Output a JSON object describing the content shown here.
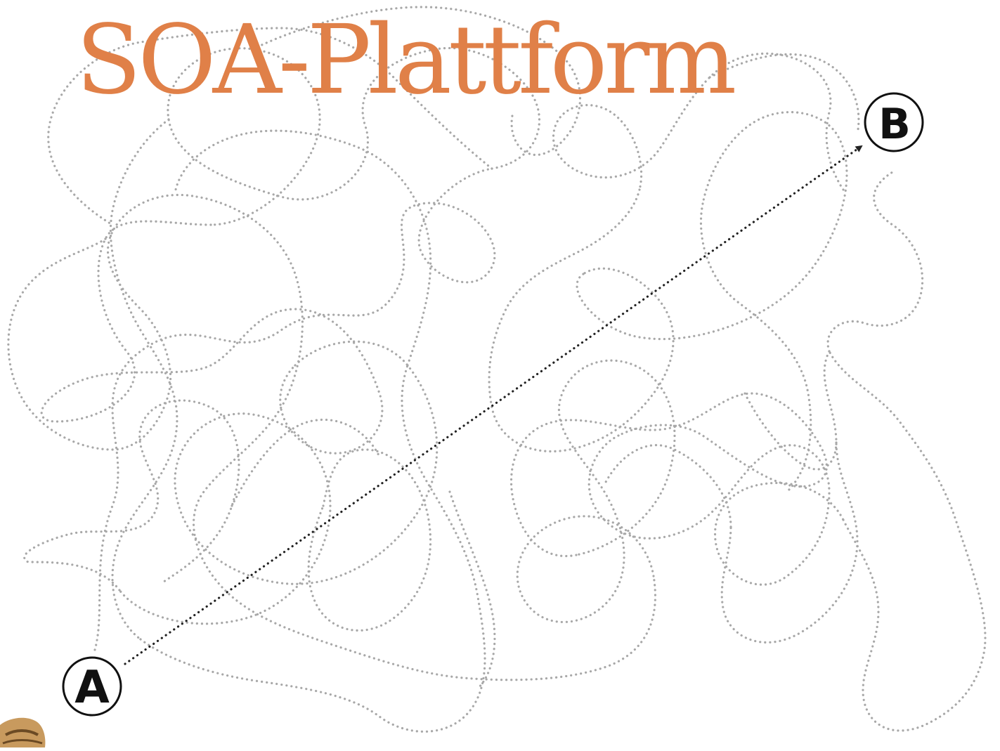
{
  "title": "SOA-Plattform",
  "points": {
    "start": "A",
    "end": "B"
  },
  "colors": {
    "title": "#e08048",
    "tangle": "#a8a8a8",
    "direct_path": "#222222",
    "circle_stroke": "#111111",
    "background": "#ffffff"
  }
}
